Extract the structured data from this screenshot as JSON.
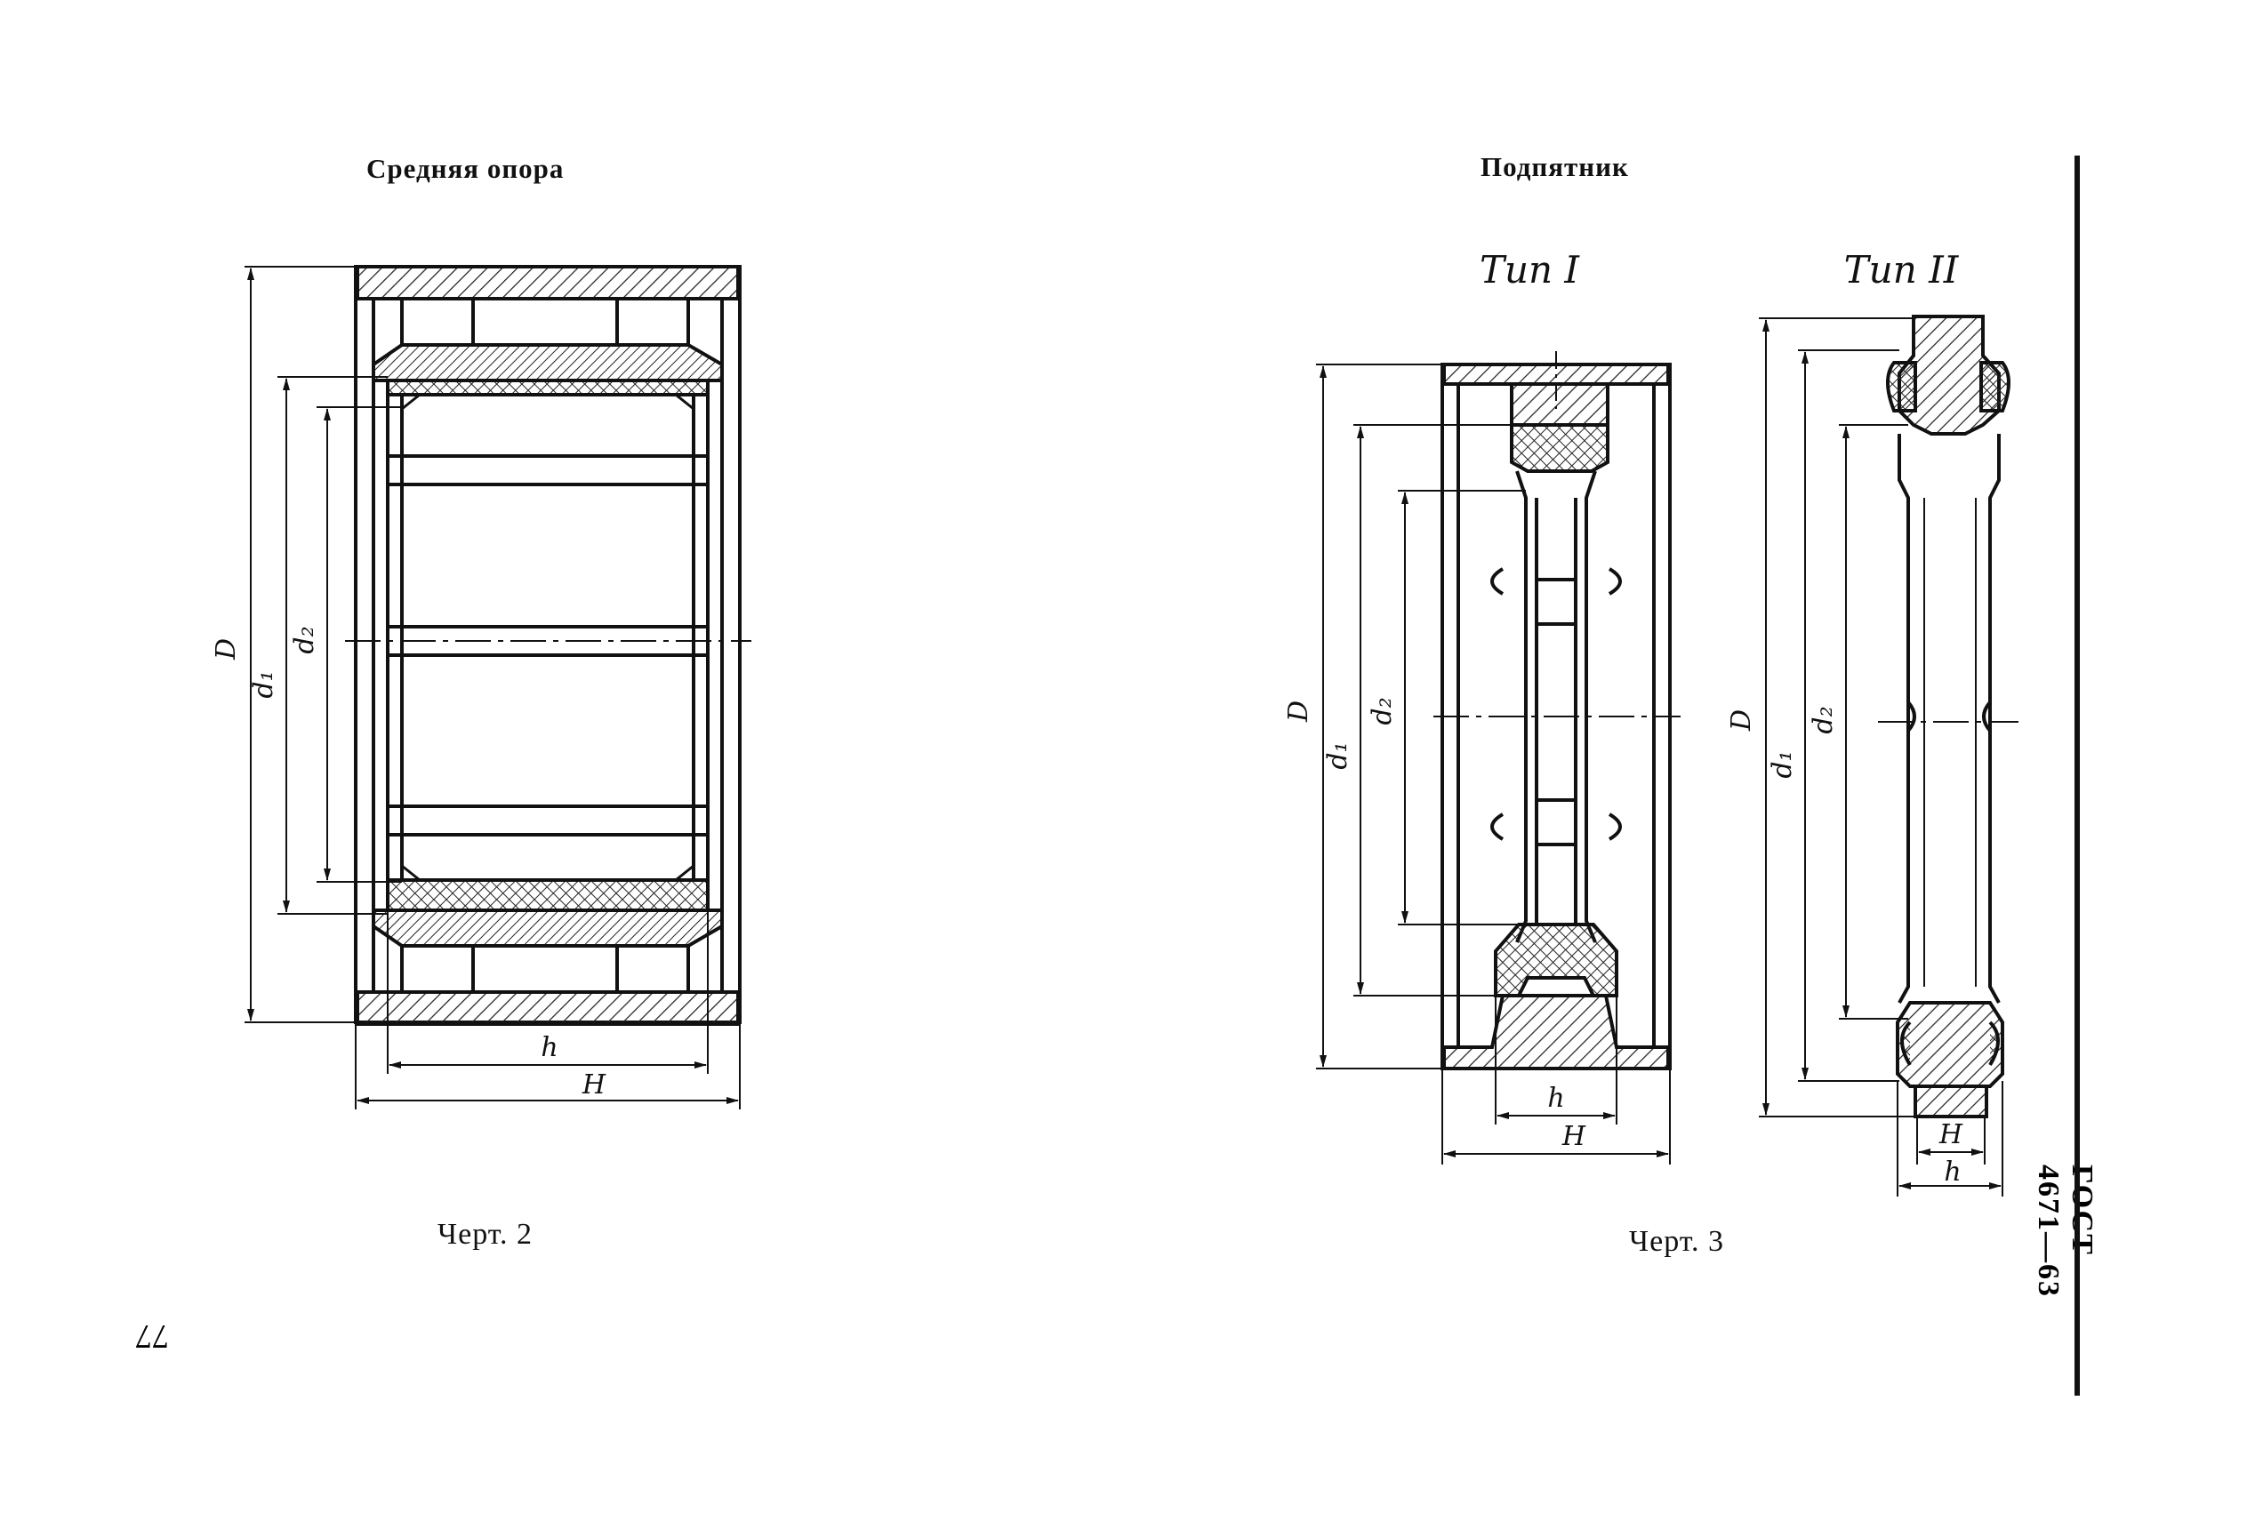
{
  "page": {
    "page_number": "77",
    "standard": "ГОСТ 4671—63"
  },
  "figure2": {
    "heading": "Средняя опора",
    "caption": "Черт. 2",
    "dims": {
      "D": "D",
      "d1": "d₁",
      "d2": "d₂",
      "h": "h",
      "H": "H"
    }
  },
  "figure3": {
    "heading": "Подпятник",
    "caption": "Черт. 3",
    "type1": {
      "label": "Тип I",
      "dims": {
        "D": "D",
        "d1": "d₁",
        "d2": "d₂",
        "h": "h",
        "H": "H"
      }
    },
    "type2": {
      "label": "Тип II",
      "dims": {
        "D": "D",
        "d1": "d₁",
        "d2": "d₂",
        "h": "h",
        "H": "H"
      }
    }
  }
}
